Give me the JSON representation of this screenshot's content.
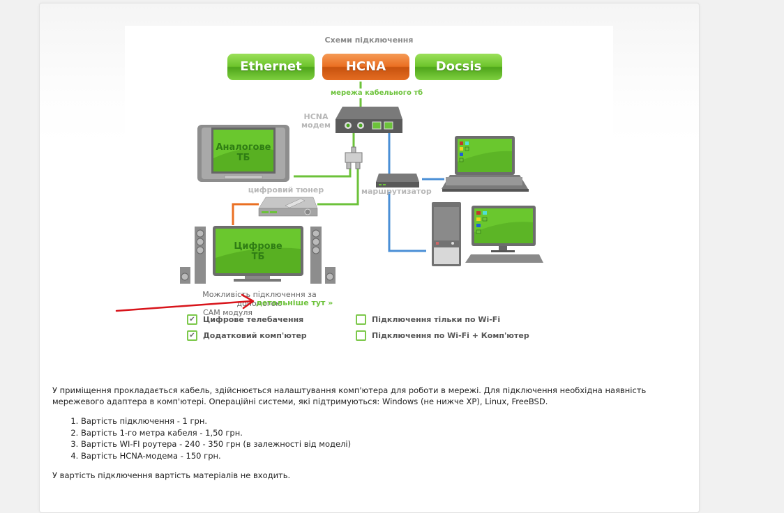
{
  "diagram": {
    "title": "Схеми підключення",
    "tabs": [
      {
        "label": "Ethernet",
        "active": false
      },
      {
        "label": "HCNA",
        "active": true
      },
      {
        "label": "Docsis",
        "active": false
      }
    ],
    "cable_network_label": "мережа кабельного тб",
    "modem_label_line1": "HCNA",
    "modem_label_line2": "модем",
    "analog_tv_line1": "Аналогове",
    "analog_tv_line2": "ТБ",
    "tuner_label": "цифровий тюнер",
    "router_label": "маршрутизатор",
    "digital_tv_line1": "Цифрове",
    "digital_tv_line2": "ТБ",
    "cam_text_line1": "Можливість підключення за допомогою",
    "cam_text_line2": "CAM модуля",
    "details_link": "детальніше тут »",
    "options": [
      {
        "label": "Цифрове телебачення",
        "checked": true
      },
      {
        "label": "Додатковий комп'ютер",
        "checked": true
      },
      {
        "label": "Підключення тільки по Wi-Fi",
        "checked": false
      },
      {
        "label": "Підключення по Wi-Fi + Комп'ютер",
        "checked": false
      }
    ],
    "colors": {
      "green": "#6cc23a",
      "orange": "#ea6f22",
      "blue": "#4a8fd6",
      "screen_green": "#6ac72e"
    }
  },
  "content": {
    "intro": "У приміщення прокладається кабель, здійснюється налаштування комп'ютера для роботи в мережі. Для підключення необхідна наявність мережевого адаптера в комп'ютері. Операційні системи, які підтримуються: Windows (не нижче XP), Linux, FreeBSD.",
    "price_list": [
      "Вартість підключення -  1 грн.",
      "Вартість 1-го метра кабеля -  1,50 грн.",
      "Вартість WI-FI роутера - 240 - 350 грн (в залежності від моделі)",
      "Вартість HCNA-модема - 150 грн."
    ],
    "note": "У вартість підключення вартість матеріалів не входить."
  }
}
